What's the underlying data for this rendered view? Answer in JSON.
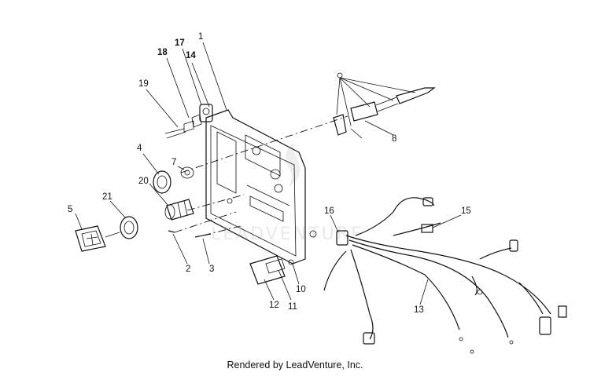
{
  "diagram": {
    "watermark": "LEADVENTURE",
    "footer": "Rendered by LeadVenture, Inc.",
    "callouts": [
      {
        "id": "c1",
        "text": "1"
      },
      {
        "id": "c2",
        "text": "2"
      },
      {
        "id": "c3",
        "text": "3"
      },
      {
        "id": "c4",
        "text": "4"
      },
      {
        "id": "c5",
        "text": "5"
      },
      {
        "id": "c7",
        "text": "7"
      },
      {
        "id": "c8",
        "text": "8"
      },
      {
        "id": "c10",
        "text": "10"
      },
      {
        "id": "c11",
        "text": "11"
      },
      {
        "id": "c12",
        "text": "12"
      },
      {
        "id": "c13",
        "text": "13"
      },
      {
        "id": "c14",
        "text": "14"
      },
      {
        "id": "c15",
        "text": "15"
      },
      {
        "id": "c16",
        "text": "16"
      },
      {
        "id": "c17",
        "text": "17"
      },
      {
        "id": "c18",
        "text": "18"
      },
      {
        "id": "c19",
        "text": "19"
      },
      {
        "id": "c20",
        "text": "20"
      },
      {
        "id": "c21",
        "text": "21"
      }
    ]
  }
}
